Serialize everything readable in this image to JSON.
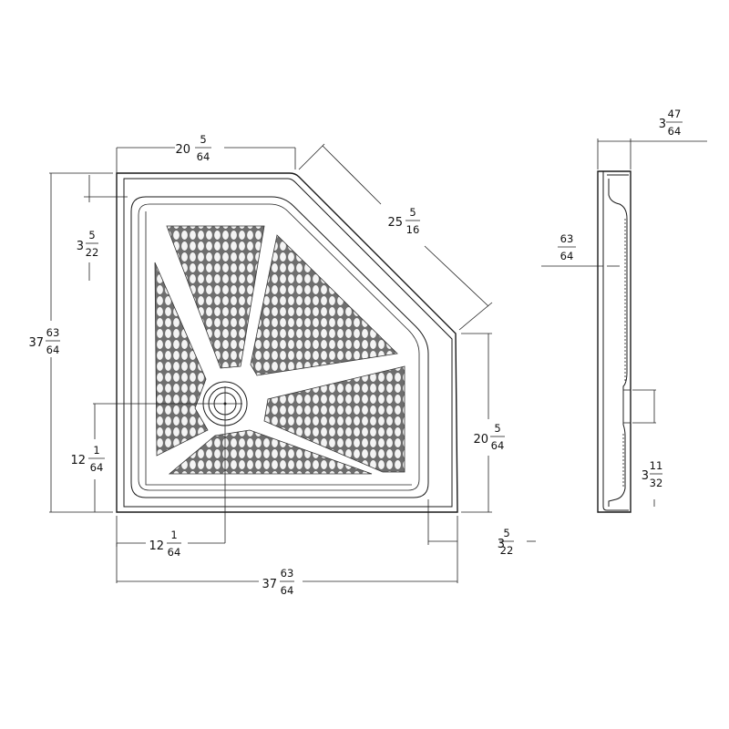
{
  "dimensions": {
    "top_width": {
      "whole": "20",
      "num": "5",
      "den": "64"
    },
    "diagonal": {
      "whole": "25",
      "num": "5",
      "den": "16"
    },
    "left_height": {
      "whole": "37",
      "num": "63",
      "den": "64"
    },
    "left_flange": {
      "whole": "3",
      "num": "5",
      "den": "22"
    },
    "drain_from_bottom": {
      "whole": "12",
      "num": "1",
      "den": "64"
    },
    "drain_from_left": {
      "whole": "12",
      "num": "1",
      "den": "64"
    },
    "bottom_width": {
      "whole": "37",
      "num": "63",
      "den": "64"
    },
    "right_height": {
      "whole": "20",
      "num": "5",
      "den": "64"
    },
    "bottom_flange": {
      "whole": "3",
      "num": "5",
      "den": "22"
    },
    "side_depth": {
      "whole": "3",
      "num": "47",
      "den": "64"
    },
    "side_wall": {
      "whole": "",
      "num": "63",
      "den": "64"
    },
    "side_drain": {
      "whole": "3",
      "num": "11",
      "den": "32"
    }
  }
}
